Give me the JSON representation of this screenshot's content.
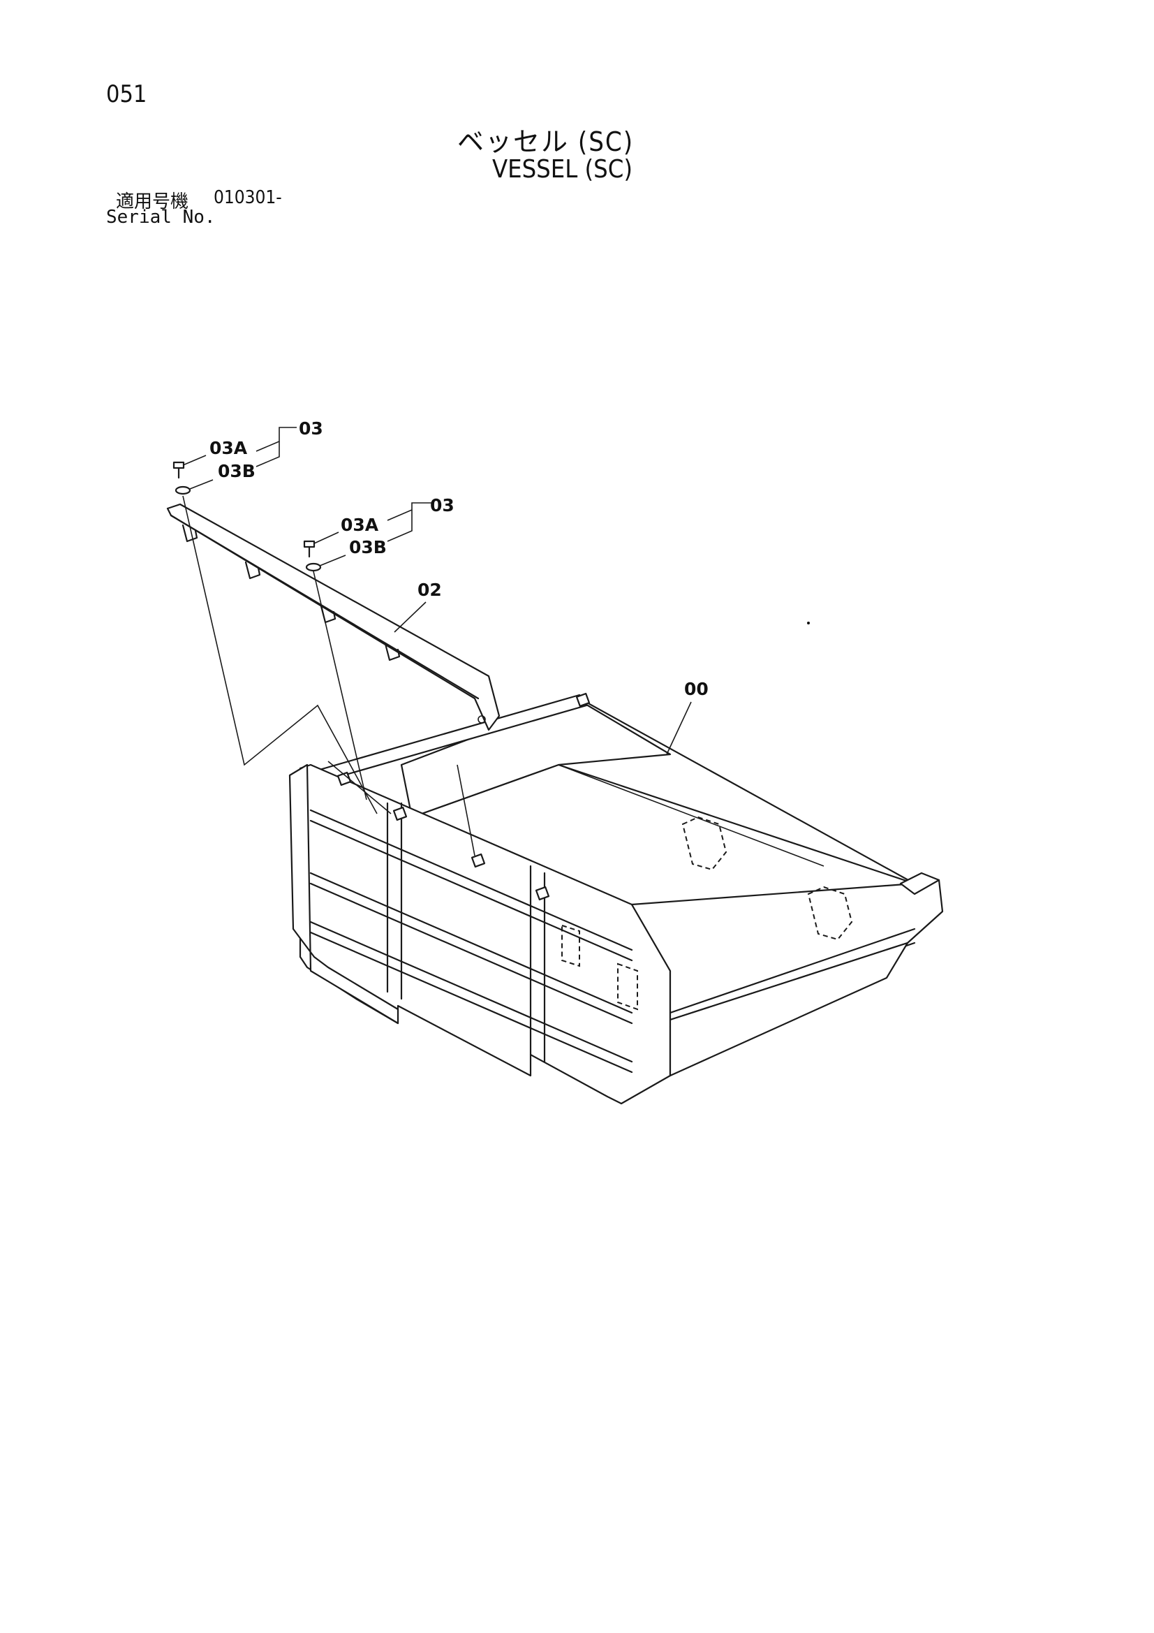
{
  "header": {
    "page_number": "051",
    "title_jp": "ベッセル (SC)",
    "title_en": "VESSEL (SC)",
    "serial_label_jp": "適用号機",
    "serial_value": "010301-",
    "serial_label_en": "Serial No."
  },
  "callouts": {
    "left_group": {
      "bolt": "03A",
      "washer": "03B",
      "assembly": "03"
    },
    "right_group": {
      "bolt": "03A",
      "washer": "03B",
      "assembly": "03"
    },
    "rail": "02",
    "vessel": "00"
  }
}
